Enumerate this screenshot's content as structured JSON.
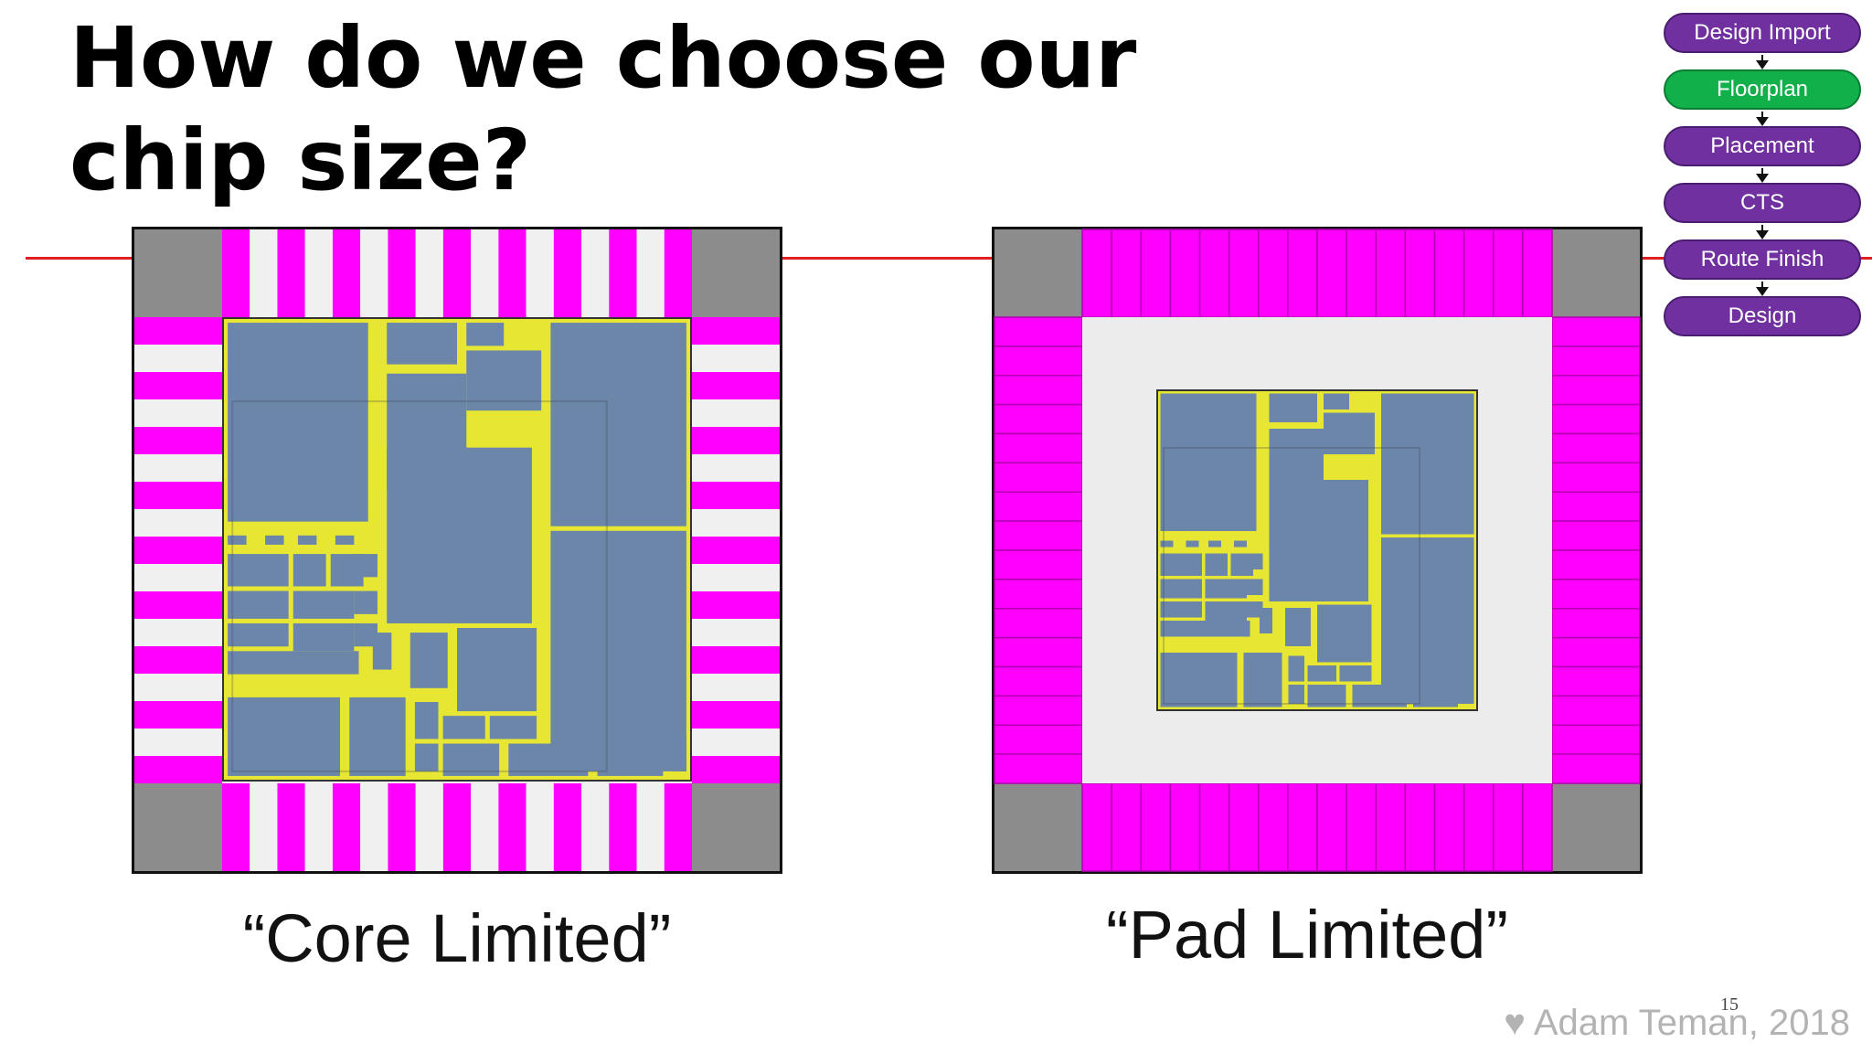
{
  "slide": {
    "title": "How do we choose our chip size?",
    "slide_number": "15",
    "footer": "♥ Adam Teman, 2018"
  },
  "chips": {
    "core_limited": {
      "caption": "“Core Limited”"
    },
    "pad_limited": {
      "caption": "“Pad Limited”"
    }
  },
  "flow": {
    "steps": [
      {
        "label": "Design Import",
        "active": false
      },
      {
        "label": "Floorplan",
        "active": true
      },
      {
        "label": "Placement",
        "active": false
      },
      {
        "label": "CTS",
        "active": false
      },
      {
        "label": "Route  Finish",
        "active": false
      },
      {
        "label": "Design",
        "active": false
      }
    ]
  },
  "colors": {
    "pad": "#ff00ff",
    "corner": "#8c8c8c",
    "core_block": "#6b86a8",
    "routing": "#e6e633",
    "empty_pad": "#f0f0f0",
    "core_gap": "#ececec",
    "flow_step": "#7030a0",
    "flow_active": "#12b04a",
    "title_rule": "#e02020"
  }
}
